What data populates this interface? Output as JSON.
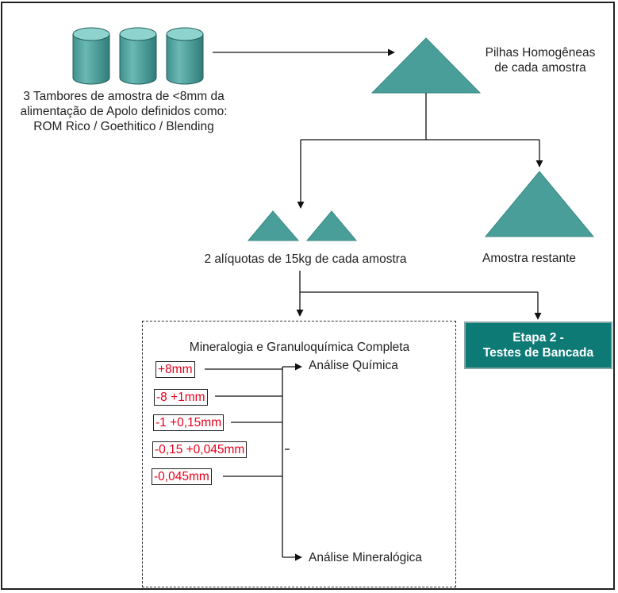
{
  "drums": {
    "caption_lines": [
      "3 Tambores de amostra de <8mm da",
      "alimentação de Apolo definidos como:",
      "ROM Rico / Goethitico / Blending"
    ]
  },
  "piles": {
    "caption_lines": [
      "Pilhas Homogêneas",
      "de cada amostra"
    ]
  },
  "aliquots": {
    "caption": "2 alíquotas de 15kg de cada amostra"
  },
  "remaining": {
    "caption": "Amostra restante"
  },
  "etapa": {
    "lines": [
      "Etapa 2 -",
      "Testes de Bancada"
    ]
  },
  "analysis_box": {
    "title": "Mineralogia e Granuloquímica  Completa",
    "fractions": [
      "+8mm",
      "-8 +1mm",
      "-1 +0,15mm",
      "-0,15 +0,045mm",
      "-0,045mm"
    ],
    "outputs": [
      "Análise Química",
      "Análise Mineralógica"
    ]
  },
  "colors": {
    "teal_shape": "#4a9e9a",
    "teal_dark": "#2d7774",
    "etapa_fill": "#0e7a76",
    "fraction_text": "#e8001c"
  }
}
